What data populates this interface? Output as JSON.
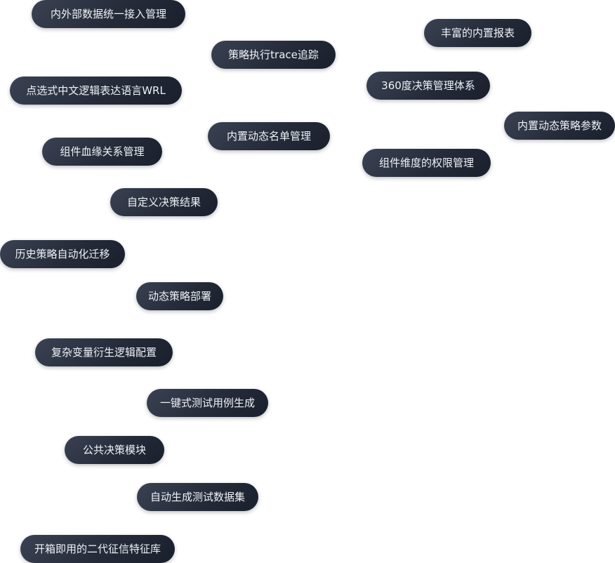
{
  "tags": [
    "内外部数据统一接入管理",
    "丰富的内置报表",
    "策略执行trace追踪",
    "点选式中文逻辑表达语言WRL",
    "360度决策管理体系",
    "内置动态策略参数",
    "内置动态名单管理",
    "组件血缘关系管理",
    "组件维度的权限管理",
    "自定义决策结果",
    "历史策略自动化迁移",
    "动态策略部署",
    "复杂变量衍生逻辑配置",
    "一键式测试用例生成",
    "公共决策模块",
    "自动生成测试数据集",
    "开箱即用的二代征信特征库"
  ]
}
